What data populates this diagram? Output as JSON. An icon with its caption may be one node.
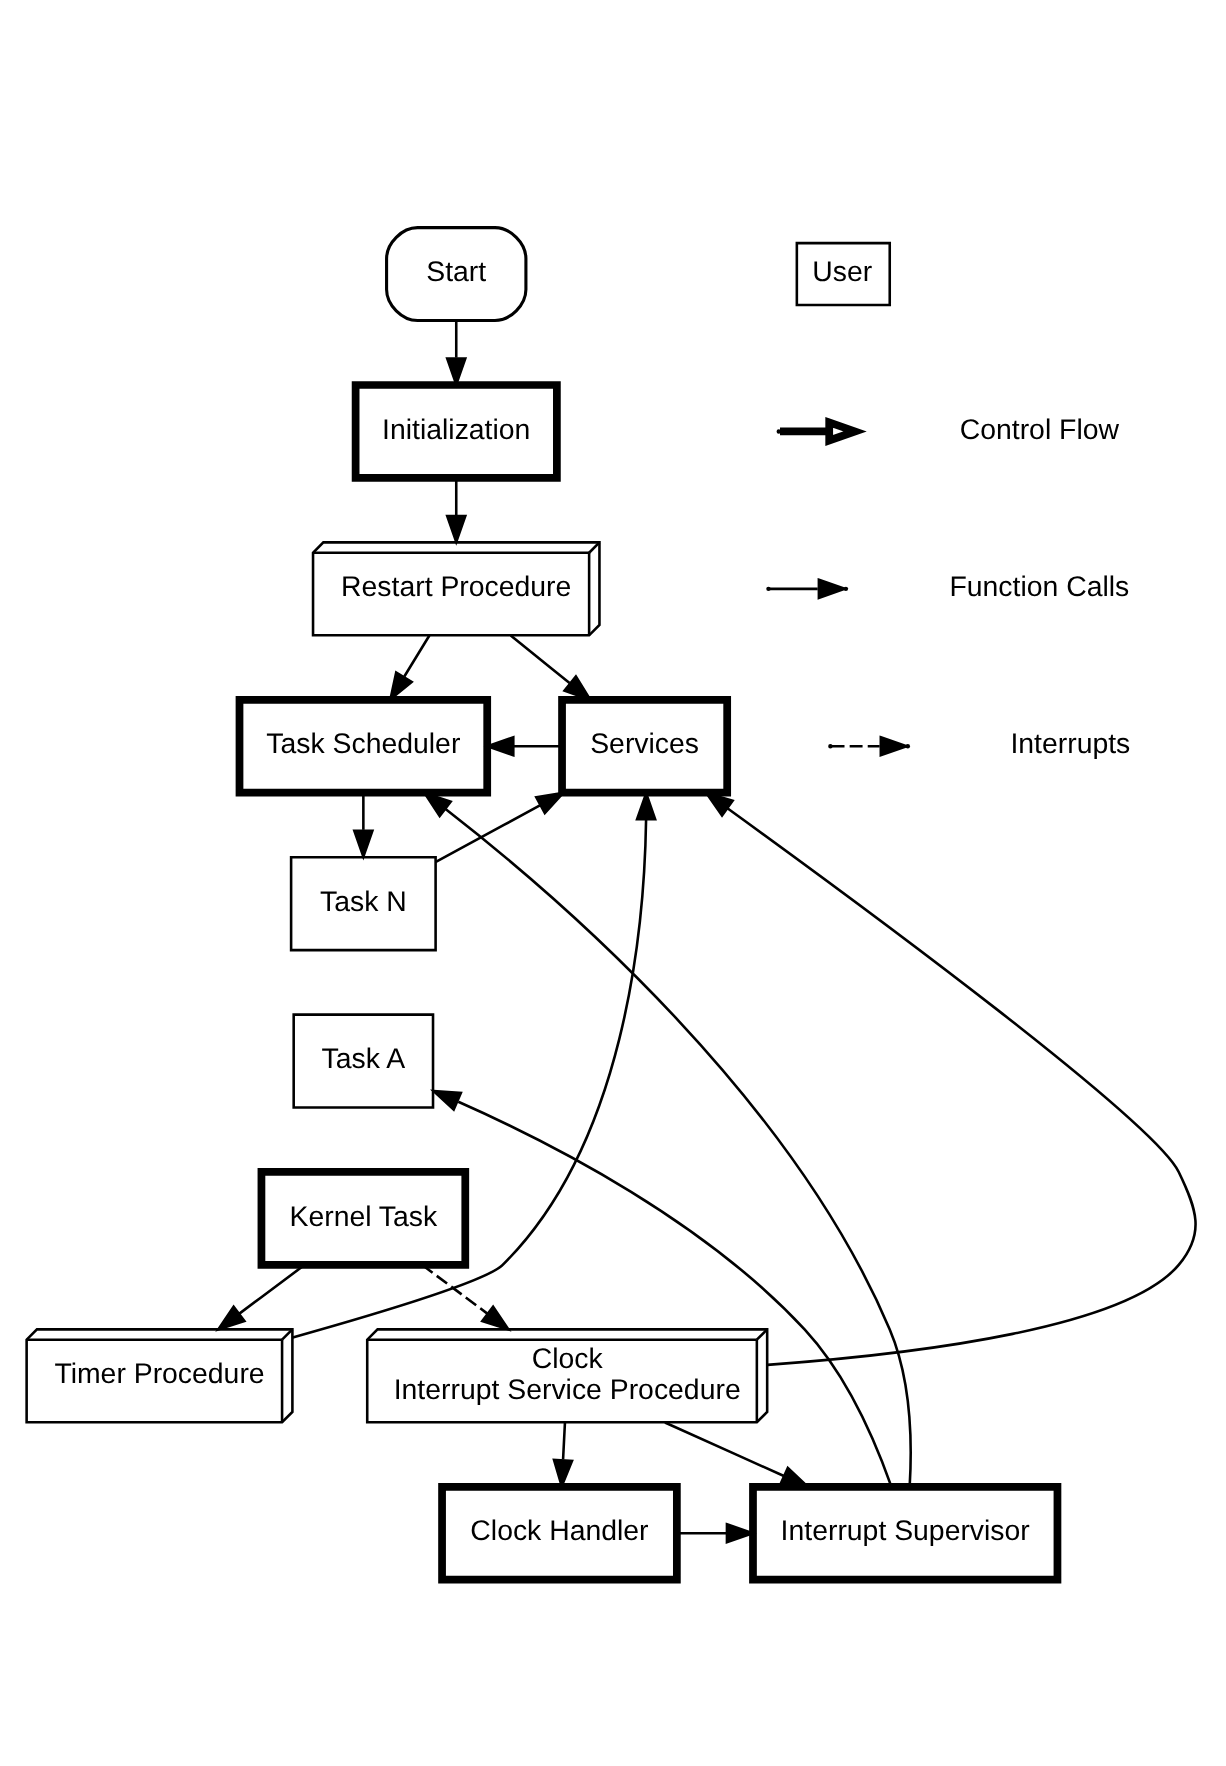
{
  "diagram": {
    "nodes": [
      {
        "text": [
          "Start"
        ]
      },
      {
        "text": [
          "Initialization"
        ]
      },
      {
        "text": [
          "Restart Procedure"
        ]
      },
      {
        "text": [
          "Task Scheduler"
        ]
      },
      {
        "text": [
          "Services"
        ]
      },
      {
        "text": [
          "Task N"
        ]
      },
      {
        "text": [
          "Task A"
        ]
      },
      {
        "text": [
          "Kernel Task"
        ]
      },
      {
        "text": [
          "Timer Procedure"
        ]
      },
      {
        "text": [
          "Clock",
          "Interrupt Service Procedure"
        ]
      },
      {
        "text": [
          "Clock Handler"
        ]
      },
      {
        "text": [
          "Interrupt Supervisor"
        ]
      }
    ],
    "edges": [
      {
        "from": 0,
        "to": 1,
        "arrow": "to"
      },
      {
        "from": 1,
        "to": 2,
        "arrow": "to"
      },
      {
        "from": 2,
        "to": 3,
        "arrow": "to"
      },
      {
        "from": 4,
        "to": 3,
        "arrow": "to"
      },
      {
        "from": 3,
        "to": 5,
        "arrow": "to"
      },
      {
        "from": 2,
        "to": 4,
        "arrow": "to"
      },
      {
        "from": 5,
        "to": 4,
        "arrow": "to"
      },
      {
        "from": 8,
        "to": 4,
        "arrow": "to"
      },
      {
        "from": 9,
        "to": 4,
        "arrow": "to"
      },
      {
        "from": 7,
        "to": 8,
        "arrow": "to"
      },
      {
        "from": 7,
        "to": 9,
        "arrow": "to",
        "style": "dashed"
      },
      {
        "from": 9,
        "to": 10,
        "arrow": "to"
      },
      {
        "from": 9,
        "to": 11,
        "arrow": "to"
      },
      {
        "from": 10,
        "to": 11,
        "arrow": "to"
      },
      {
        "from": 11,
        "to": 3,
        "arrow": "to"
      },
      {
        "from": 11,
        "to": 6,
        "arrow": "to"
      }
    ],
    "legend": [
      {
        "text": "User"
      },
      {
        "text": "Control Flow"
      },
      {
        "text": "Function Calls"
      },
      {
        "text": "Interrupts"
      }
    ]
  }
}
